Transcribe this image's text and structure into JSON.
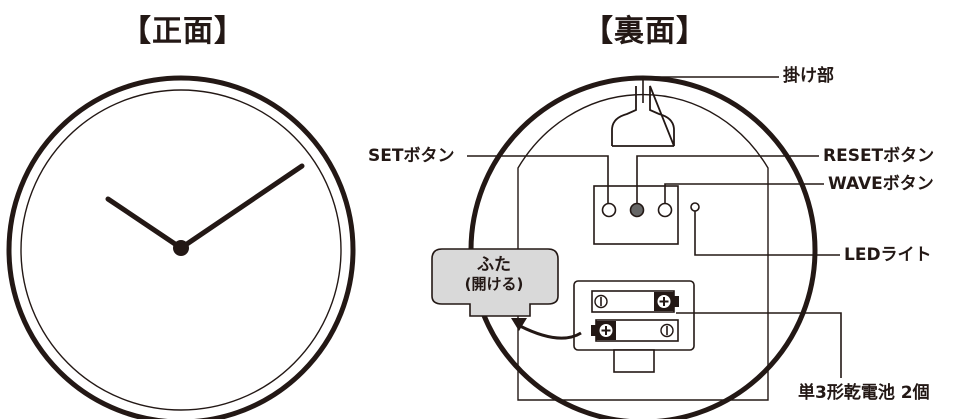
{
  "headings": {
    "front": "【正面】",
    "back": "【裏面】"
  },
  "labels": {
    "hook": "掛け部",
    "set_button": "SETボタン",
    "reset_button": "RESETボタン",
    "wave_button": "WAVEボタン",
    "led_light": "LEDライト",
    "battery": "単3形乾電池 2個"
  },
  "lid": {
    "line1": "ふた",
    "line2": "(開ける)"
  },
  "colors": {
    "ink": "#231815",
    "lid_fill": "#d9d9d9",
    "reset_button": "#666666"
  }
}
